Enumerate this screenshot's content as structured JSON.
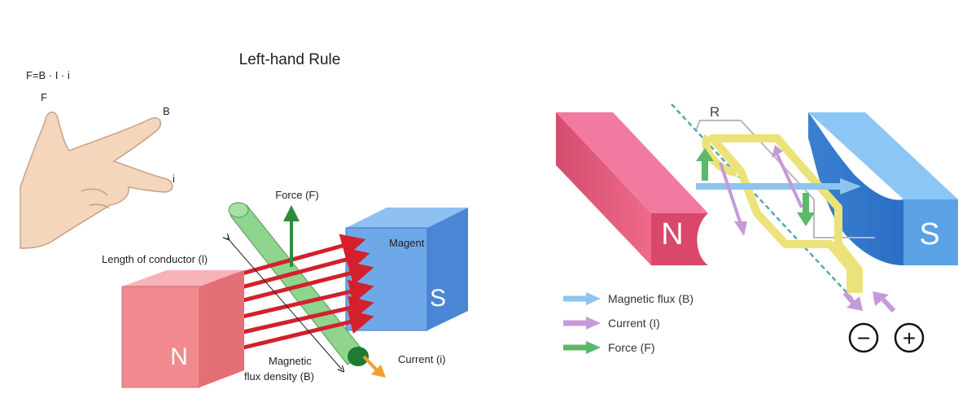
{
  "left": {
    "title": "Left-hand Rule",
    "formula": "F=B · I · i",
    "hand_labels": {
      "force": "F",
      "field": "B",
      "current": "i"
    },
    "labels": {
      "force": "Force (F)",
      "magnet": "Magent",
      "length": "Length of conductor (l)",
      "flux_line1": "Magnetic",
      "flux_line2": "flux density (B)",
      "current": "Current (i)"
    },
    "poles": {
      "north": "N",
      "south": "S"
    }
  },
  "right": {
    "resistor": "R",
    "poles": {
      "north": "N",
      "south": "S"
    },
    "legend": [
      {
        "label": "Magnetic flux (B)",
        "color": "#8ec5ee"
      },
      {
        "label": "Current (I)",
        "color": "#c59ad8"
      },
      {
        "label": "Force (F)",
        "color": "#5cb86a"
      }
    ],
    "terminals": {
      "negative": "−",
      "positive": "+"
    }
  },
  "colors": {
    "north_magnet": "#f08a8f",
    "south_magnet": "#6fa8e8",
    "conductor": "#8fd48f",
    "field_arrow": "#d3202c",
    "force_arrow": "#2e8b3c",
    "current_arrow": "#f0a030",
    "coil": "#ece27a"
  }
}
